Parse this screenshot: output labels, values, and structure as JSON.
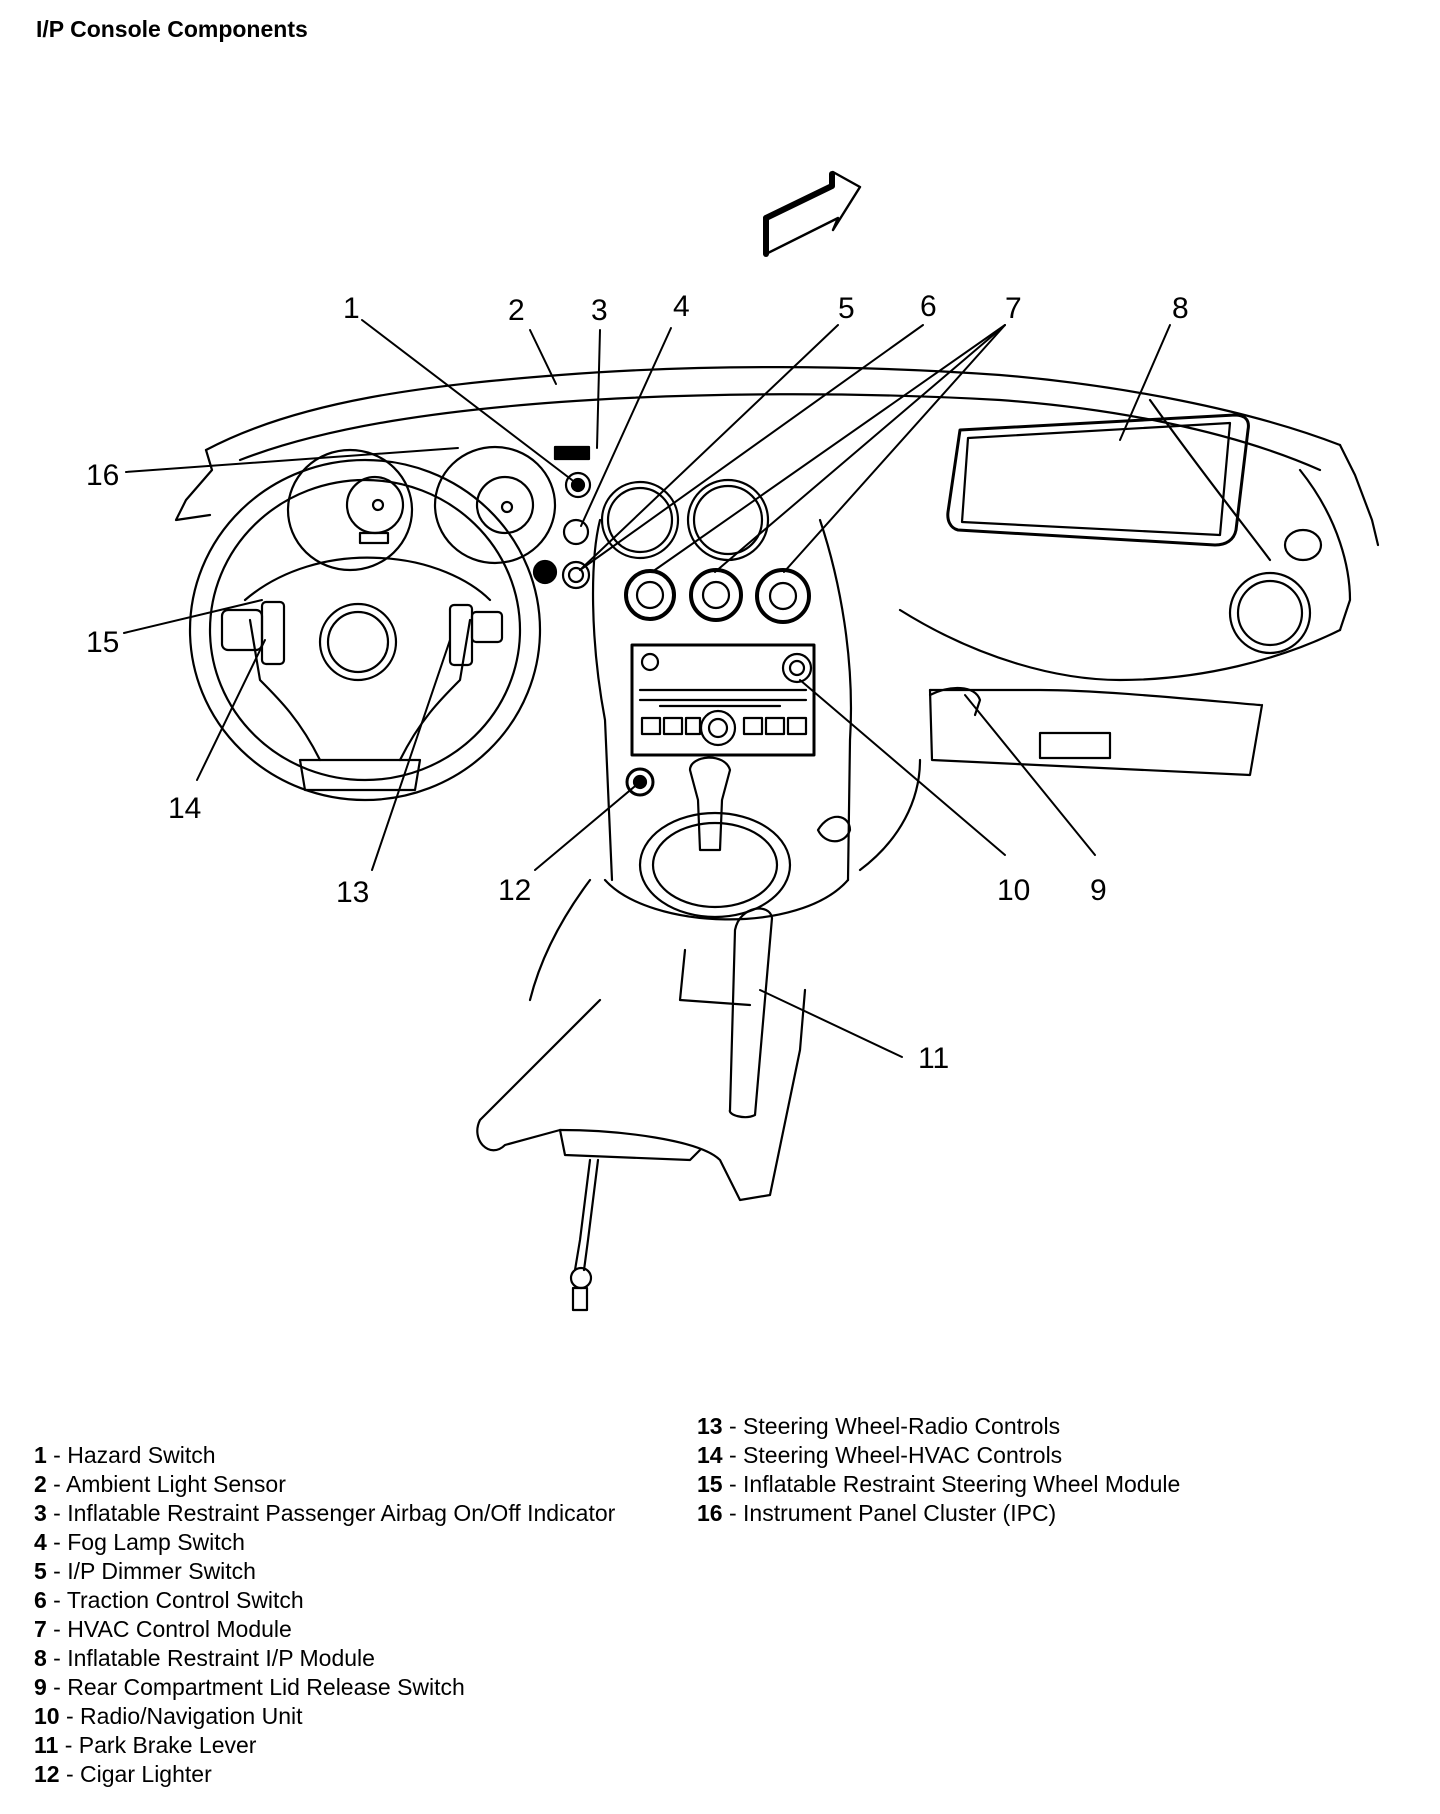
{
  "title": "I/P Console Components",
  "icons": {
    "direction_arrow": "forward-direction-arrow-icon"
  },
  "callouts": [
    "1",
    "2",
    "3",
    "4",
    "5",
    "6",
    "7",
    "8",
    "9",
    "10",
    "11",
    "12",
    "13",
    "14",
    "15",
    "16"
  ],
  "legend": {
    "left": [
      {
        "num": "1",
        "sep": " - ",
        "label": "Hazard Switch"
      },
      {
        "num": "2",
        "sep": " - ",
        "label": "Ambient Light Sensor"
      },
      {
        "num": "3",
        "sep": " - ",
        "label": "Inflatable Restraint Passenger Airbag On/Off Indicator"
      },
      {
        "num": "4",
        "sep": " - ",
        "label": "Fog Lamp Switch"
      },
      {
        "num": "5",
        "sep": " - ",
        "label": "I/P Dimmer Switch"
      },
      {
        "num": "6",
        "sep": " - ",
        "label": "Traction Control Switch"
      },
      {
        "num": "7",
        "sep": " - ",
        "label": "HVAC Control Module"
      },
      {
        "num": "8",
        "sep": " - ",
        "label": "Inflatable Restraint I/P Module"
      },
      {
        "num": "9",
        "sep": " - ",
        "label": "Rear Compartment Lid Release Switch"
      },
      {
        "num": "10",
        "sep": " - ",
        "label": "Radio/Navigation Unit"
      },
      {
        "num": "11",
        "sep": " - ",
        "label": "Park Brake Lever"
      },
      {
        "num": "12",
        "sep": " - ",
        "label": "Cigar Lighter"
      }
    ],
    "right": [
      {
        "num": "13",
        "sep": " - ",
        "label": "Steering Wheel-Radio Controls"
      },
      {
        "num": "14",
        "sep": " - ",
        "label": "Steering Wheel-HVAC Controls"
      },
      {
        "num": "15",
        "sep": " - ",
        "label": "Inflatable Restraint Steering Wheel Module"
      },
      {
        "num": "16",
        "sep": " - ",
        "label": "Instrument Panel Cluster (IPC)"
      }
    ]
  }
}
